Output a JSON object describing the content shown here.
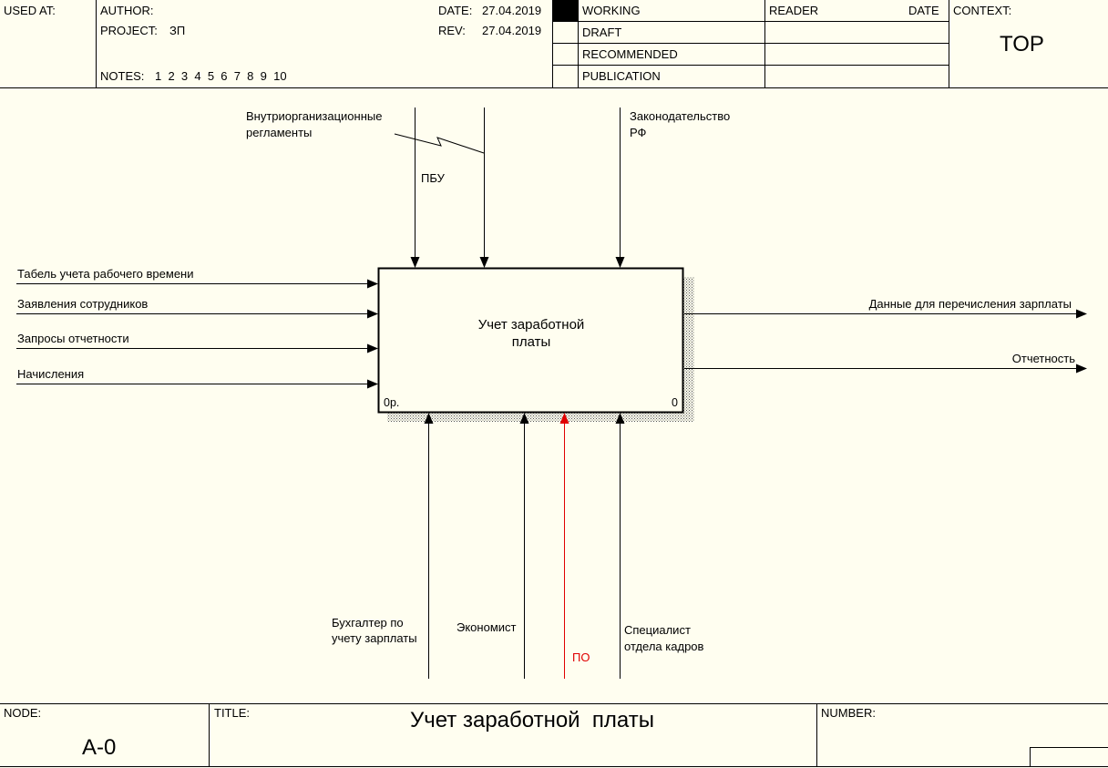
{
  "header": {
    "used_at_label": "USED AT:",
    "author_label": "AUTHOR:",
    "project_label": "PROJECT:",
    "project_value": "ЗП",
    "notes_label": "NOTES:",
    "notes_values": "1  2  3  4  5  6  7  8  9  10",
    "date_label": "DATE:",
    "date_value": "27.04.2019",
    "rev_label": "REV:",
    "rev_value": "27.04.2019",
    "status": {
      "working": "WORKING",
      "draft": "DRAFT",
      "recommended": "RECOMMENDED",
      "publication": "PUBLICATION"
    },
    "reader_label": "READER",
    "reader_date_label": "DATE",
    "context_label": "CONTEXT:",
    "context_value": "TOP"
  },
  "diagram": {
    "box": {
      "title_line1": "Учет заработной",
      "title_line2": "платы",
      "cost": "0р.",
      "number": "0"
    },
    "inputs": [
      "Табель учета рабочего времени",
      "Заявления сотрудников",
      "Запросы отчетности",
      "Начисления"
    ],
    "outputs": [
      "Данные для перечисления зарплаты",
      "Отчетность"
    ],
    "controls": {
      "internal_line1": "Внутриорганизационные",
      "internal_line2": "регламенты",
      "pbu": "ПБУ",
      "law_line1": "Законодательство",
      "law_line2": "РФ"
    },
    "mechanisms": {
      "accountant_line1": "Бухгалтер по",
      "accountant_line2": "учету зарплаты",
      "economist": "Экономист",
      "software": "ПО",
      "hr_line1": "Специалист",
      "hr_line2": "отдела кадров"
    },
    "colors": {
      "software_arrow": "#e00000"
    }
  },
  "footer": {
    "node_label": "NODE:",
    "node_value": "A-0",
    "title_label": "TITLE:",
    "title_value": "Учет заработной  платы",
    "number_label": "NUMBER:"
  }
}
